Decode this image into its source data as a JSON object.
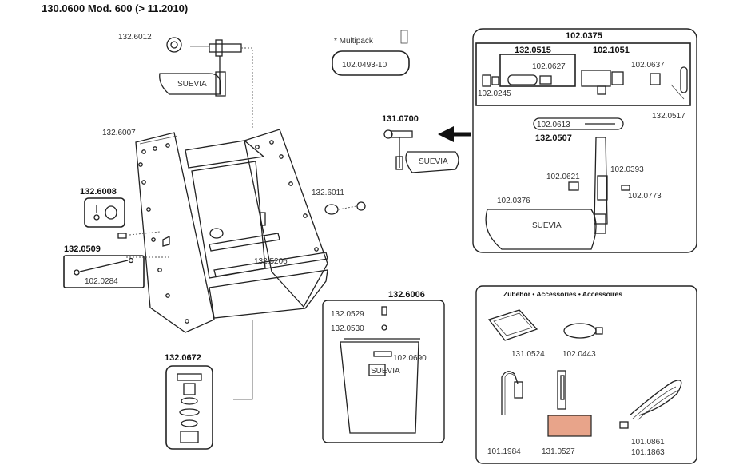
{
  "title": "130.0600 Mod. 600 (> 11.2010)",
  "multipack": {
    "label": "* Multipack",
    "code": "102.0493-10"
  },
  "brand": "SUEVIA",
  "arrow_target": "131.0700",
  "parts": {
    "p132_6012": "132.6012",
    "p132_6007": "132.6007",
    "p132_6011": "132.6011",
    "p132_5206": "132.5206",
    "p132_6008": "132.6008",
    "p132_0509": "132.0509",
    "p102_0284": "102.0284",
    "p132_0672": "132.0672",
    "p132_6006": "132.6006",
    "p132_0529": "132.0529",
    "p132_0530": "132.0530",
    "p102_0690": "102.0690"
  },
  "assembly": {
    "code": "102.0375",
    "p132_0515": "132.0515",
    "p102_1051": "102.1051",
    "p102_0627": "102.0627",
    "p102_0637": "102.0637",
    "p102_0245": "102.0245",
    "p132_0517": "132.0517",
    "p102_0613": "102.0613",
    "p132_0507": "132.0507",
    "p102_0621": "102.0621",
    "p102_0393": "102.0393",
    "p102_0773": "102.0773",
    "p102_0376": "102.0376"
  },
  "accessories": {
    "heading": "Zubehör • Accessories • Accessoires",
    "items": [
      "131.0524",
      "102.0443",
      "101.1984",
      "131.0527",
      "101.0861",
      "101.1863"
    ]
  }
}
